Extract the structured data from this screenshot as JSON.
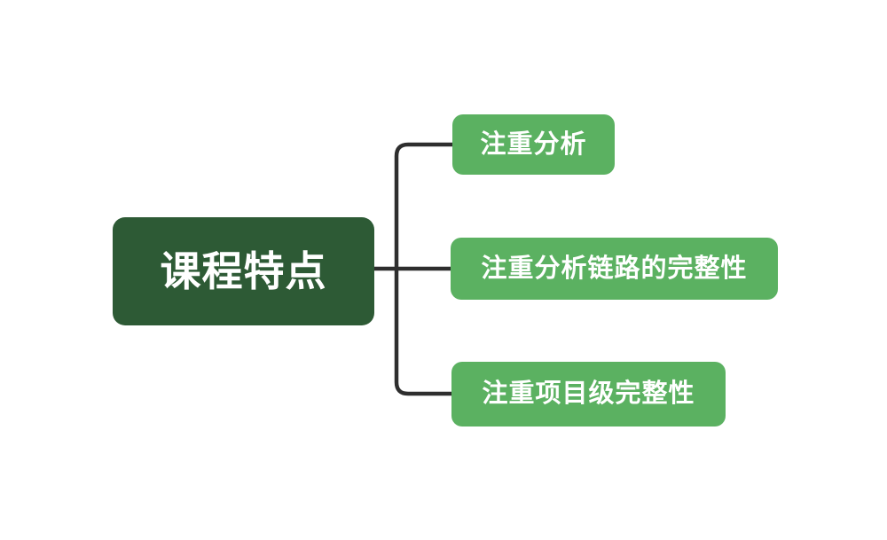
{
  "diagram": {
    "type": "mindmap",
    "root": {
      "label": "课程特点"
    },
    "children": [
      {
        "label": "注重分析"
      },
      {
        "label": "注重分析链路的完整性"
      },
      {
        "label": "注重项目级完整性"
      }
    ],
    "colors": {
      "canvas_bg": "#ffffff",
      "root_bg": "#2d5a35",
      "child_bg": "#5bb161",
      "node_text": "#ffffff",
      "connector": "#2e2e2e"
    }
  }
}
